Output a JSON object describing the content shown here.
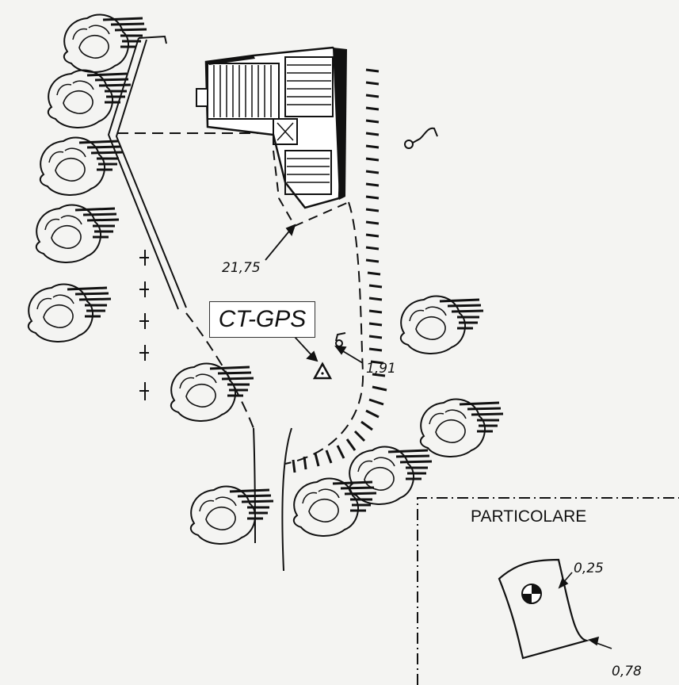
{
  "map": {
    "station_label": "CT-GPS",
    "distance_building": "21,75",
    "distance_marker": "1,91",
    "inset": {
      "title": "PARTICOLARE",
      "measure_top": "0,25",
      "measure_bottom": "0,78"
    },
    "colors": {
      "ink": "#111111",
      "paper": "#f4f4f2"
    },
    "icons": [
      "tree-icon",
      "building-icon",
      "triangle-station-icon",
      "benchmark-disc-icon",
      "arrow-icon"
    ]
  }
}
